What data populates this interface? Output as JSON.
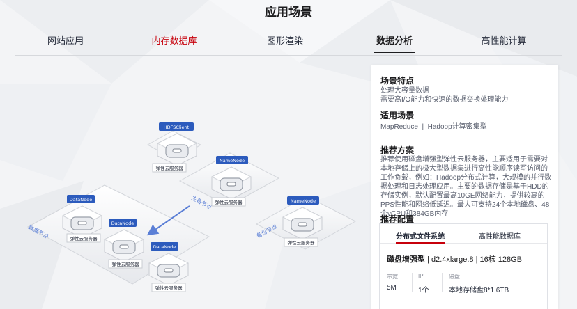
{
  "page": {
    "title": "应用场景"
  },
  "tabs": [
    {
      "label": "网站应用"
    },
    {
      "label": "内存数据库"
    },
    {
      "label": "图形渲染"
    },
    {
      "label": "数据分析"
    },
    {
      "label": "高性能计算"
    }
  ],
  "active_tab": "数据分析",
  "colors": {
    "accent_red": "#c7000b",
    "node_badge": "#2c5bbd",
    "arrow": "#5b7fd6"
  },
  "diagram": {
    "nodes": [
      {
        "badge": "HDFSClient",
        "label": "弹性云服务器"
      },
      {
        "badge": "NameNode",
        "label": "弹性云服务器"
      },
      {
        "badge": "NameNode",
        "label": "弹性云服务器"
      },
      {
        "badge": "DataNode",
        "label": "弹性云服务器"
      },
      {
        "badge": "DataNode",
        "label": "弹性云服务器"
      },
      {
        "badge": "DataNode",
        "label": "弹性云服务器"
      }
    ],
    "zones": {
      "data": "数据节点",
      "master": "主备节点",
      "standby": "备份节点"
    }
  },
  "panel": {
    "features_title": "场景特点",
    "features_line1": "处理大容量数据",
    "features_line2": "需要高I/O能力和快速的数据交换处理能力",
    "scenarios_title": "适用场景",
    "scenarios_text": "MapReduce  |  Hadoop计算密集型",
    "solution_title": "推荐方案",
    "solution_text": "推荐使用磁盘增强型弹性云服务器，主要适用于需要对本地存储上的极大型数据集进行高性能顺序读写访问的工作负载，例如：Hadoop分布式计算，大规模的并行数据处理和日志处理应用。主要的数据存储是基于HDD的存储实例，默认配置最高10GE网络能力，提供较高的PPS性能和网络低延迟。最大可支持24个本地磁盘、48个vCPU和384GB内存",
    "config_title": "推荐配置",
    "config": {
      "tabs": [
        "分布式文件系统",
        "高性能数据库"
      ],
      "spec_type": "磁盘增强型",
      "spec_rest": "| d2.4xlarge.8 | 16核 128GB",
      "metrics": [
        {
          "label": "带宽",
          "value": "5M"
        },
        {
          "label": "IP",
          "value": "1个"
        },
        {
          "label": "磁盘",
          "value": "本地存储盘8*1.6TB"
        }
      ]
    }
  }
}
